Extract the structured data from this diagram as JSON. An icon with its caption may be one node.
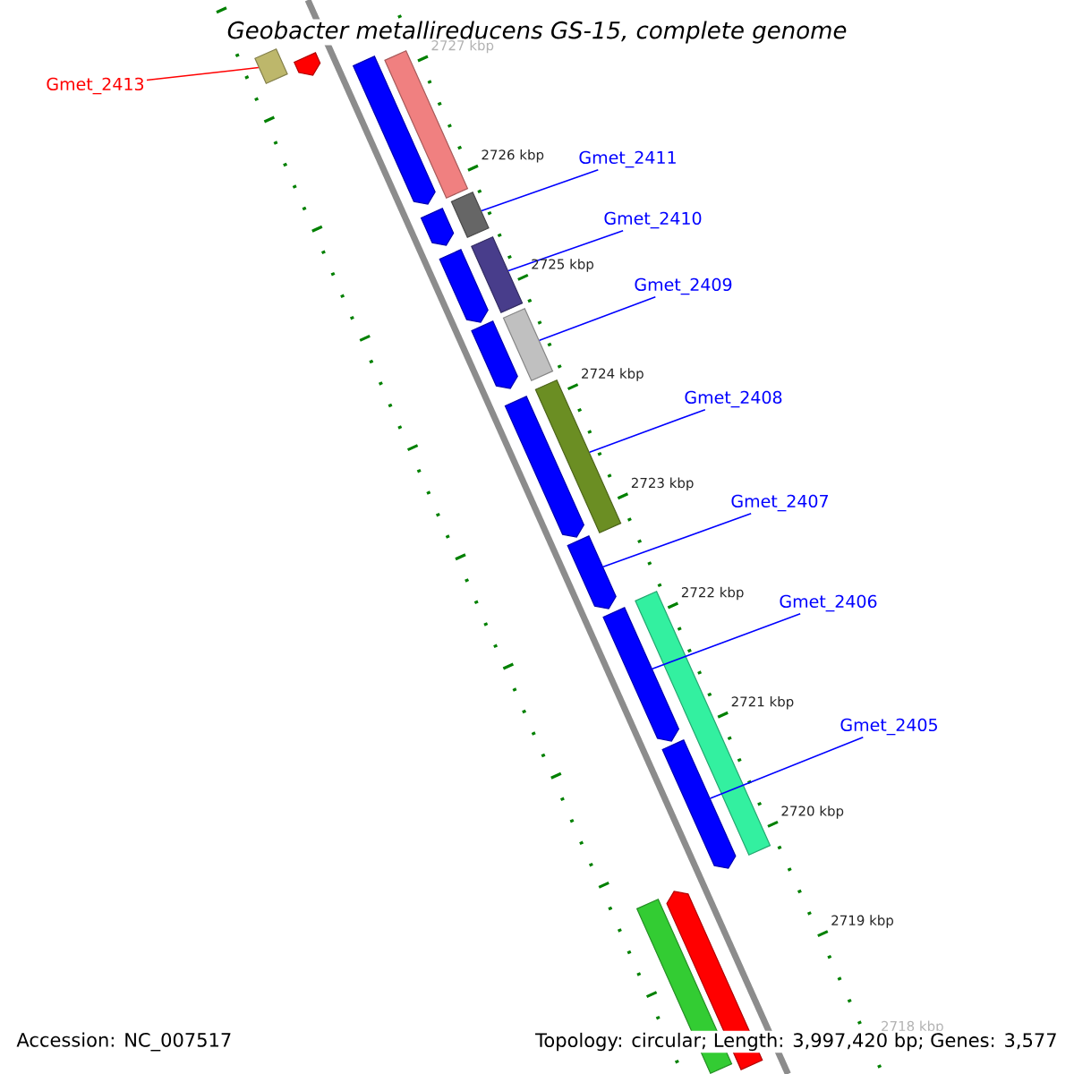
{
  "diagram": {
    "title": "Geobacter metallireducens GS-15, complete genome",
    "nodes": [
      {
        "text": [],
        "shape": "bar"
      },
      {
        "text": [],
        "shape": "arrow"
      },
      {
        "text": [],
        "shape": "bar"
      },
      {
        "text": [],
        "shape": "arrow"
      },
      {
        "text": [],
        "shape": "bar"
      },
      {
        "text": [],
        "shape": "arrow"
      },
      {
        "text": [],
        "shape": "bar"
      },
      {
        "text": [],
        "shape": "arrow"
      },
      {
        "text": [],
        "shape": "bar"
      },
      {
        "text": [],
        "shape": "arrow"
      },
      {
        "text": [],
        "shape": "bar"
      },
      {
        "text": [],
        "shape": "arrow"
      },
      {
        "text": [],
        "shape": "arrow"
      },
      {
        "text": [],
        "shape": "bar"
      },
      {
        "text": [],
        "shape": "arrow"
      },
      {
        "text": [],
        "shape": "arrow"
      },
      {
        "text": [],
        "shape": "bar"
      },
      {
        "text": [],
        "shape": "arrow"
      },
      {
        "text": [
          "Gmet_2413"
        ]
      },
      {
        "text": [
          "Gmet_2411"
        ]
      },
      {
        "text": [
          "Gmet_2410"
        ]
      },
      {
        "text": [
          "Gmet_2409"
        ]
      },
      {
        "text": [
          "Gmet_2408"
        ]
      },
      {
        "text": [
          "Gmet_2407"
        ]
      },
      {
        "text": [
          "Gmet_2406"
        ]
      },
      {
        "text": [
          "Gmet_2405"
        ]
      }
    ],
    "edges": [
      {
        "from": 18,
        "to": 0,
        "arrow": "none",
        "color": "#ff0000"
      },
      {
        "from": 19,
        "to": 4,
        "arrow": "none"
      },
      {
        "from": 20,
        "to": 6,
        "arrow": "none"
      },
      {
        "from": 21,
        "to": 8,
        "arrow": "none"
      },
      {
        "from": 22,
        "to": 10,
        "arrow": "none"
      },
      {
        "from": 23,
        "to": 12,
        "arrow": "none"
      },
      {
        "from": 24,
        "to": 14,
        "arrow": "none"
      },
      {
        "from": 25,
        "to": 15,
        "arrow": "none"
      }
    ],
    "labels": [
      "2727 kbp",
      "2726 kbp",
      "2725 kbp",
      "2724 kbp",
      "2723 kbp",
      "2722 kbp",
      "2721 kbp",
      "2720 kbp",
      "2719 kbp",
      "2718 kbp",
      "Accession: NC_007517",
      "Topology: circular; Length: 3,997,420 bp; Genes: 3,577"
    ]
  }
}
